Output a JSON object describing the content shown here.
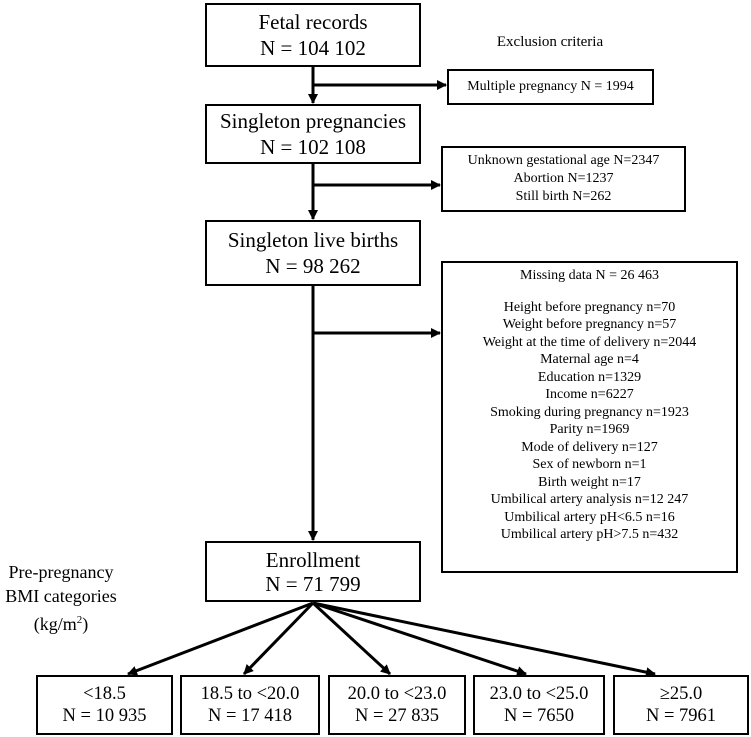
{
  "main_boxes": {
    "fetal": {
      "title": "Fetal records",
      "count": "N = 104 102"
    },
    "singleton": {
      "title": "Singleton pregnancies",
      "count": "N = 102 108"
    },
    "live": {
      "title": "Singleton live births",
      "count": "N = 98 262"
    },
    "enrollment": {
      "title": "Enrollment",
      "count": "N = 71 799"
    }
  },
  "exclusion_title": "Exclusion criteria",
  "exclusions": {
    "multiple": "Multiple pregnancy N = 1994",
    "second": [
      "Unknown gestational age N=2347",
      "Abortion N=1237",
      "Still birth N=262"
    ],
    "missing_header": "Missing data N = 26 463",
    "missing_items": [
      "Height before pregnancy n=70",
      "Weight before pregnancy n=57",
      "Weight at the time of delivery n=2044",
      "Maternal age n=4",
      "Education n=1329",
      "Income n=6227",
      "Smoking during pregnancy n=1923",
      "Parity n=1969",
      "Mode of delivery n=127",
      "Sex of newborn n=1",
      "Birth weight n=17",
      "Umbilical artery analysis n=12 247",
      "Umbilical artery pH<6.5 n=16",
      "Umbilical artery pH>7.5 n=432"
    ]
  },
  "bmi_label": {
    "line1": "Pre-pregnancy",
    "line2": "BMI categories",
    "line3_prefix": "(kg/m",
    "line3_sup": "2",
    "line3_suffix": ")"
  },
  "categories": [
    {
      "label": "<18.5",
      "count": "N = 10 935"
    },
    {
      "label": "18.5 to <20.0",
      "count": "N = 17 418"
    },
    {
      "label": "20.0 to <23.0",
      "count": "N = 27 835"
    },
    {
      "label": "23.0 to <25.0",
      "count": "N = 7650"
    },
    {
      "label": "≥25.0",
      "count": "N = 7961"
    }
  ]
}
